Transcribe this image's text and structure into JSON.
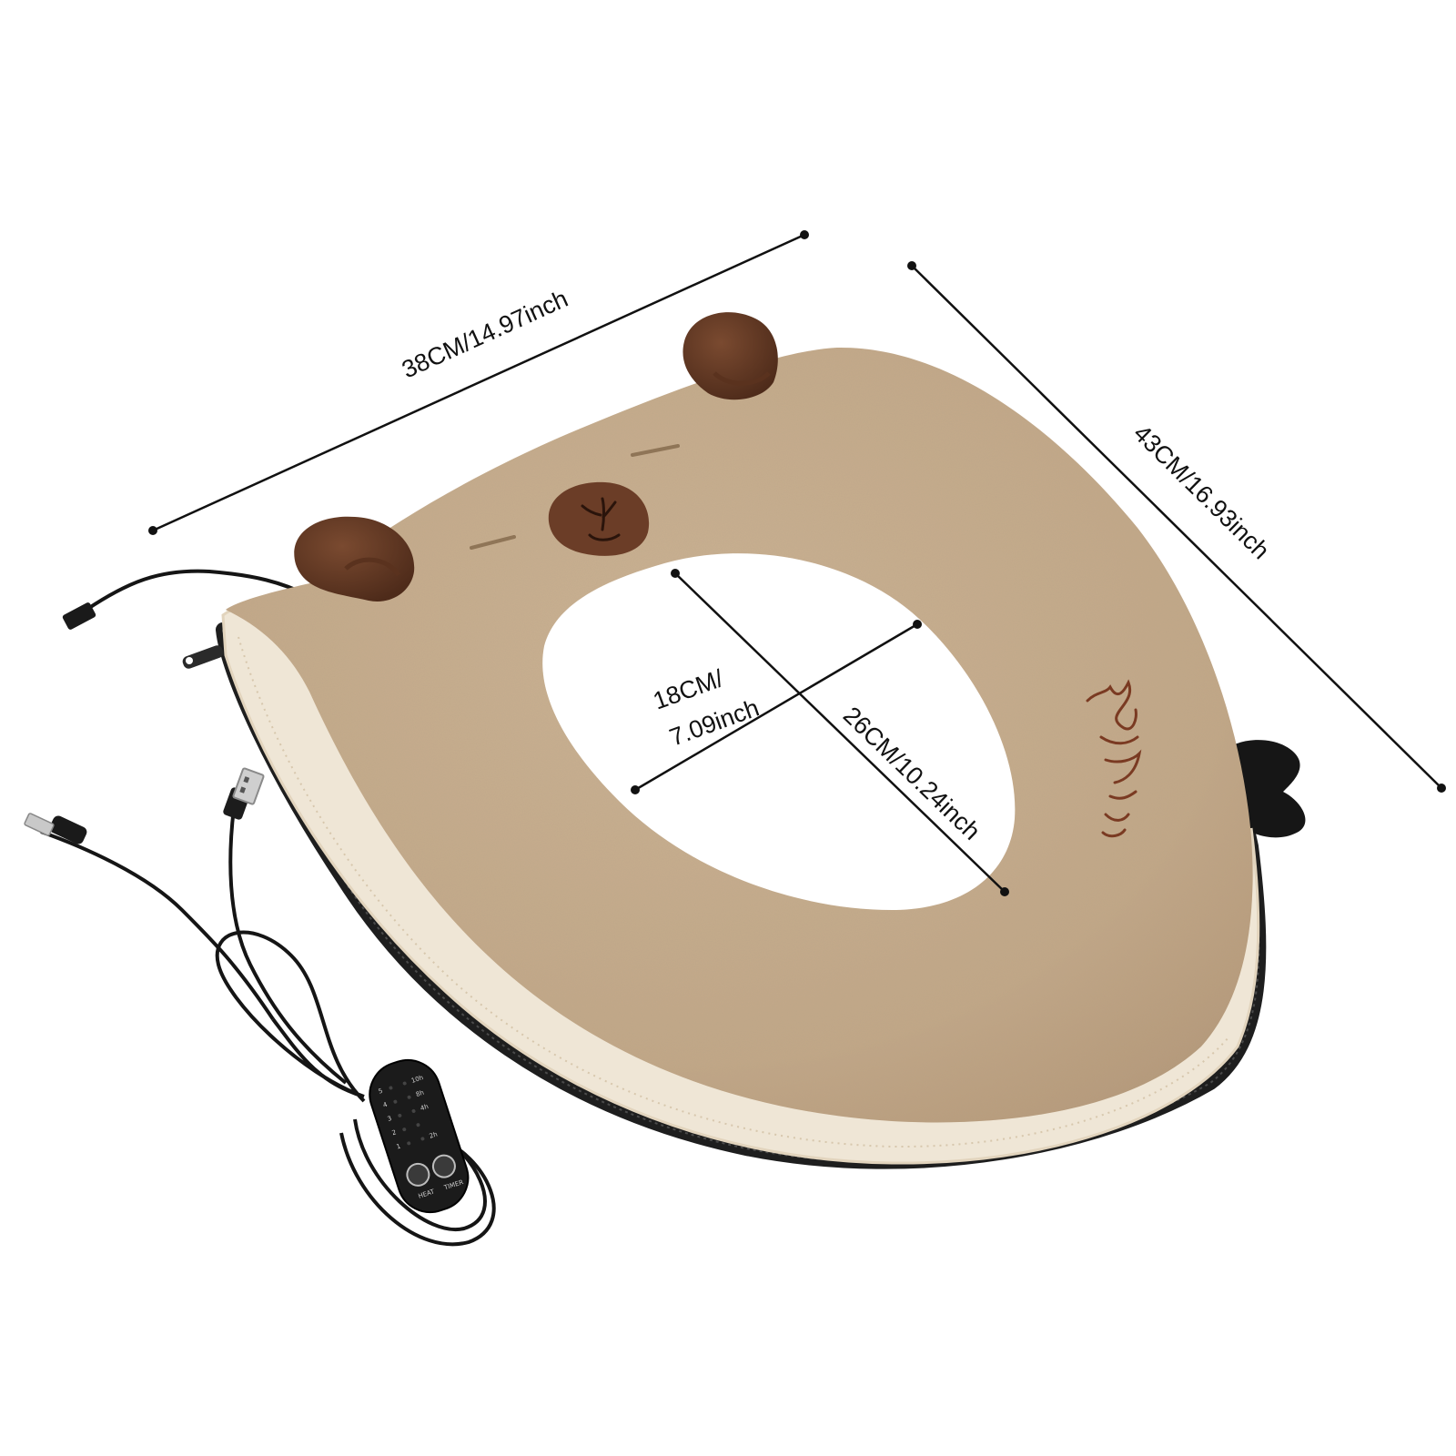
{
  "dimensions": {
    "width_label": "38CM/14.97inch",
    "length_label": "43CM/16.93inch",
    "opening_width_line1": "18CM/",
    "opening_width_line2": "7.09inch",
    "opening_length_label": "26CM/10.24inch"
  },
  "controller": {
    "heat_levels": [
      "5",
      "4",
      "3",
      "2",
      "1"
    ],
    "timer_options": [
      "10h",
      "8h",
      "4h",
      "",
      "2h"
    ],
    "heat_button_label": "HEAT",
    "timer_button_label": "TIMER"
  },
  "colors": {
    "plush": "#c4aa8c",
    "ears": "#6b3d27",
    "trim": "#efe6d6",
    "zipper": "#1e1e1e",
    "cable": "#151515"
  }
}
